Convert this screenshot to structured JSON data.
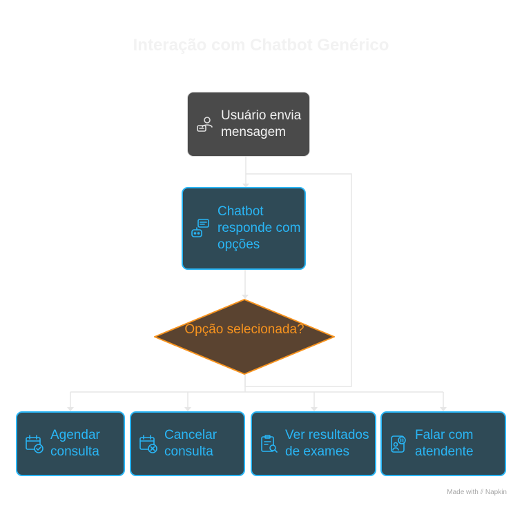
{
  "title": "Interação com Chatbot Genérico",
  "nodes": {
    "user": {
      "label": "Usuário envia mensagem",
      "icon": "user-message-icon"
    },
    "bot": {
      "label": "Chatbot responde com opções",
      "icon": "chatbot-icon"
    },
    "decision": {
      "label": "Opção selecionada?"
    },
    "options": [
      {
        "label": "Agendar consulta",
        "icon": "calendar-check-icon"
      },
      {
        "label": "Cancelar consulta",
        "icon": "calendar-cancel-icon"
      },
      {
        "label": "Ver resultados de exames",
        "icon": "clipboard-search-icon"
      },
      {
        "label": "Falar com atendente",
        "icon": "support-agent-icon"
      }
    ]
  },
  "footer": {
    "text": "Made with",
    "brand": "Napkin"
  },
  "colors": {
    "accent": "#29b6f6",
    "decision": "#f7931e",
    "node_dark": "#2f4a56",
    "user_node": "#4a4a4a"
  }
}
